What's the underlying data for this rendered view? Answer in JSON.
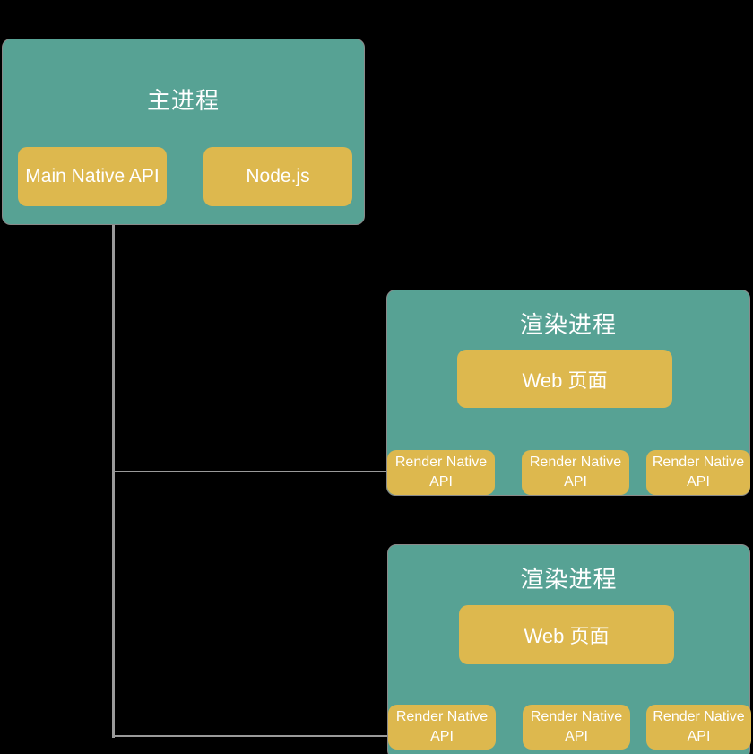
{
  "colors": {
    "background": "#000000",
    "process_fill": "#57a294",
    "process_border": "#8a8a8a",
    "module_fill": "#ddb84e",
    "connector": "#9a9a9a",
    "text": "#ffffff"
  },
  "diagram": {
    "main_process": {
      "title": "主进程",
      "modules": [
        {
          "label": "Main Native API"
        },
        {
          "label": "Node.js"
        }
      ]
    },
    "renderer_processes": [
      {
        "title": "渲染进程",
        "web_page": {
          "label": "Web 页面"
        },
        "native_apis": [
          {
            "label": "Render Native API"
          },
          {
            "label": "Render Native API"
          },
          {
            "label": "Render Native API"
          }
        ]
      },
      {
        "title": "渲染进程",
        "web_page": {
          "label": "Web 页面"
        },
        "native_apis": [
          {
            "label": "Render Native API"
          },
          {
            "label": "Render Native API"
          },
          {
            "label": "Render Native API"
          }
        ]
      }
    ]
  }
}
